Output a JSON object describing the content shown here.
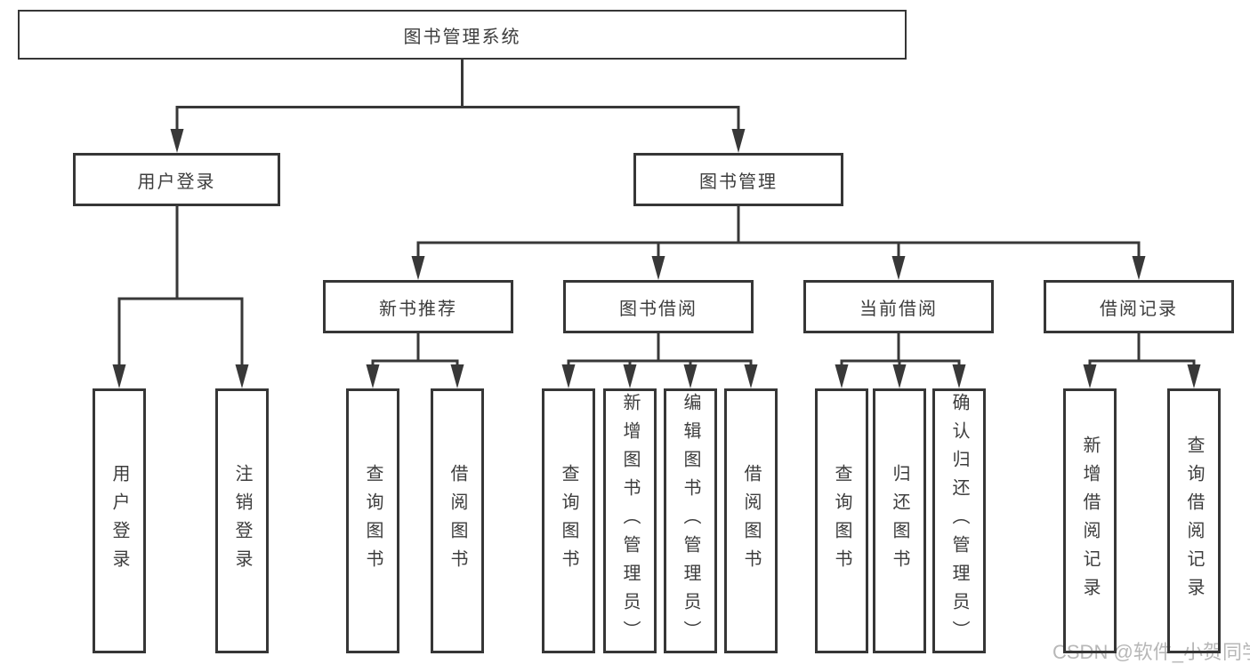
{
  "diagram": {
    "type": "hierarchy-tree",
    "title": "图书管理系统",
    "colors": {
      "background": "#ffffff",
      "line": "#383838",
      "box_border": "#363636",
      "text": "#3d3d3d",
      "watermark": "#b7b7b7"
    },
    "nodes": {
      "root": {
        "label": "图书管理系统"
      },
      "level2": [
        {
          "label": "用户登录"
        },
        {
          "label": "图书管理"
        }
      ],
      "level3": [
        {
          "label": "新书推荐"
        },
        {
          "label": "图书借阅"
        },
        {
          "label": "当前借阅"
        },
        {
          "label": "借阅记录"
        }
      ],
      "leaves": [
        {
          "label": "用户登录",
          "parent": "用户登录"
        },
        {
          "label": "注销登录",
          "parent": "用户登录"
        },
        {
          "label": "查询图书",
          "parent": "新书推荐"
        },
        {
          "label": "借阅图书",
          "parent": "新书推荐"
        },
        {
          "label": "查询图书",
          "parent": "图书借阅"
        },
        {
          "label": "新增图书（管理员）",
          "parent": "图书借阅"
        },
        {
          "label": "编辑图书（管理员）",
          "parent": "图书借阅"
        },
        {
          "label": "借阅图书",
          "parent": "图书借阅"
        },
        {
          "label": "查询图书",
          "parent": "当前借阅"
        },
        {
          "label": "归还图书",
          "parent": "当前借阅"
        },
        {
          "label": "确认归还（管理员）",
          "parent": "当前借阅"
        },
        {
          "label": "新增借阅记录",
          "parent": "借阅记录"
        },
        {
          "label": "查询借阅记录",
          "parent": "借阅记录"
        }
      ]
    },
    "edges": [
      [
        "图书管理系统",
        "用户登录"
      ],
      [
        "图书管理系统",
        "图书管理"
      ],
      [
        "用户登录",
        "用户登录"
      ],
      [
        "用户登录",
        "注销登录"
      ],
      [
        "图书管理",
        "新书推荐"
      ],
      [
        "图书管理",
        "图书借阅"
      ],
      [
        "图书管理",
        "当前借阅"
      ],
      [
        "图书管理",
        "借阅记录"
      ],
      [
        "新书推荐",
        "查询图书"
      ],
      [
        "新书推荐",
        "借阅图书"
      ],
      [
        "图书借阅",
        "查询图书"
      ],
      [
        "图书借阅",
        "新增图书（管理员）"
      ],
      [
        "图书借阅",
        "编辑图书（管理员）"
      ],
      [
        "图书借阅",
        "借阅图书"
      ],
      [
        "当前借阅",
        "查询图书"
      ],
      [
        "当前借阅",
        "归还图书"
      ],
      [
        "当前借阅",
        "确认归还（管理员）"
      ],
      [
        "借阅记录",
        "新增借阅记录"
      ],
      [
        "借阅记录",
        "查询借阅记录"
      ]
    ],
    "watermark": {
      "text": "CSDN @软件_小贺同学"
    }
  }
}
